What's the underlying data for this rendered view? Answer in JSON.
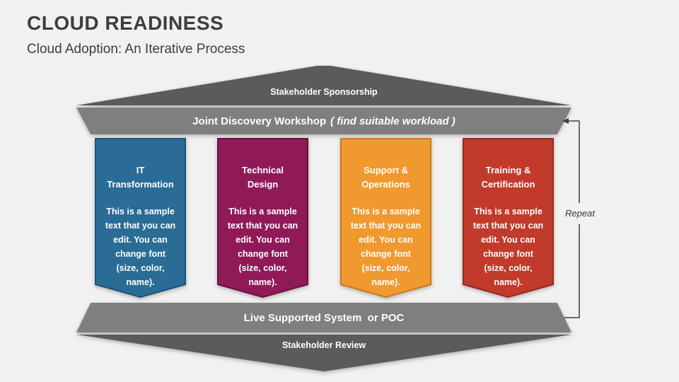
{
  "slide": {
    "title": "CLOUD READINESS",
    "subtitle": "Cloud Adoption: An Iterative Process",
    "background": "#F1F1F2"
  },
  "diagram": {
    "top_triangle": {
      "label": "Stakeholder Sponsorship",
      "fill": "#5B5B5B"
    },
    "workshop_bar": {
      "label": "Joint Discovery Workshop",
      "note": "( find suitable workload )",
      "fill": "#7F7F7F"
    },
    "columns": [
      {
        "title": "IT Transformation",
        "body": "This is a sample text that you can edit. You can change font (size, color, name).",
        "fill": "#2A6C95",
        "border": "#1D537A"
      },
      {
        "title": "Technical Design",
        "body": "This is a sample text that you can edit. You can change font (size, color, name).",
        "fill": "#8F1A57",
        "border": "#6C0F3F"
      },
      {
        "title": "Support & Operations",
        "body": "This is a sample text that you can edit. You can change font (size, color, name).",
        "fill": "#F0992E",
        "border": "#C9791A"
      },
      {
        "title": "Training & Certification",
        "body": "This is a sample text that you can edit. You can change font (size, color, name).",
        "fill": "#C13A2B",
        "border": "#962A1E"
      }
    ],
    "system_bar": {
      "label": "Live Supported System  or POC",
      "fill": "#7F7F7F"
    },
    "bottom_triangle": {
      "label": "Stakeholder Review",
      "fill": "#5B5B5B"
    },
    "repeat": {
      "label": "Repeat",
      "line_color": "#3F3F3F"
    }
  }
}
